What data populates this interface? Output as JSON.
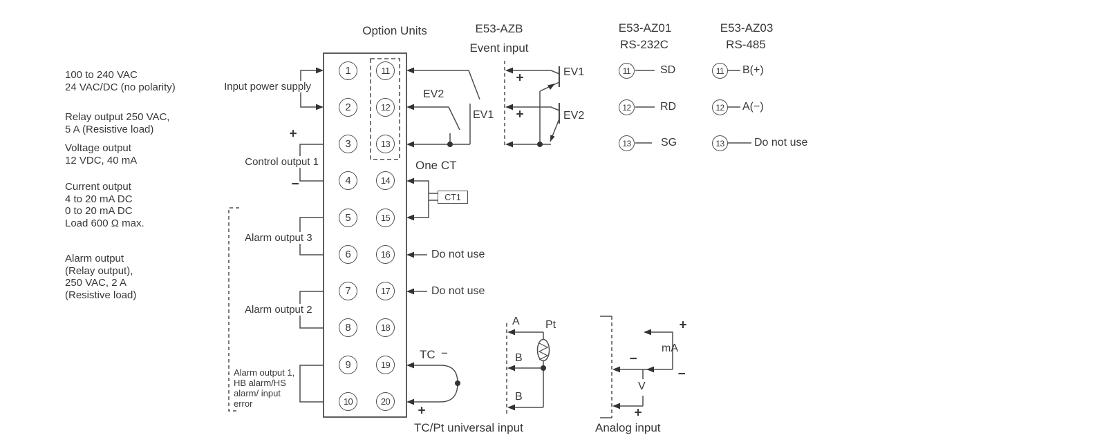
{
  "specs": {
    "power": [
      "100 to 240 VAC",
      "24 VAC/DC (no polarity)"
    ],
    "relay": [
      "Relay output 250 VAC,",
      "5 A (Resistive load)"
    ],
    "voltage": [
      "Voltage output",
      "12 VDC, 40 mA"
    ],
    "current": [
      "Current output",
      "4 to 20 mA DC",
      "0 to 20 mA DC",
      "Load 600 Ω max."
    ],
    "alarm": [
      "Alarm output",
      "(Relay output),",
      "250 VAC, 2 A",
      "(Resistive load)"
    ]
  },
  "left_labels": {
    "input_power": "Input power supply",
    "control_output": "Control output 1",
    "control_plus": "+",
    "control_minus": "−",
    "alarm3": "Alarm output 3",
    "alarm2": "Alarm output 2",
    "alarm1": [
      "Alarm output 1,",
      "HB alarm/HS",
      "alarm/ input",
      "error"
    ]
  },
  "terminal_block": {
    "title": "Option Units",
    "left": [
      "1",
      "2",
      "3",
      "4",
      "5",
      "6",
      "7",
      "8",
      "9",
      "10"
    ],
    "right": [
      "11",
      "12",
      "13",
      "14",
      "15",
      "16",
      "17",
      "18",
      "19",
      "20"
    ]
  },
  "event": {
    "ev1": "EV1",
    "ev2": "EV2"
  },
  "ct": {
    "label": "One CT",
    "tag": "CT1"
  },
  "do_not_use": {
    "row16": "Do not use",
    "row17": "Do not use"
  },
  "event_unit": {
    "model": "E53-AZB",
    "name": "Event input",
    "ev1": "EV1",
    "ev2": "EV2",
    "plus1": "+",
    "plus2": "+"
  },
  "tc": {
    "label": "TC",
    "minus": "−",
    "plus": "+",
    "caption": "TC/Pt universal input"
  },
  "pt": {
    "a": "A",
    "b1": "B",
    "b2": "B",
    "label": "Pt"
  },
  "analog": {
    "caption": "Analog input",
    "plus_top": "+",
    "ma": "mA",
    "minus_mid": "−",
    "minus_right": "−",
    "v": "V",
    "plus_bottom": "+"
  },
  "rs232": {
    "model": "E53-AZ01",
    "name": "RS-232C",
    "rows": [
      {
        "n": "11",
        "label": "SD"
      },
      {
        "n": "12",
        "label": "RD"
      },
      {
        "n": "13",
        "label": "SG"
      }
    ]
  },
  "rs485": {
    "model": "E53-AZ03",
    "name": "RS-485",
    "rows": [
      {
        "n": "11",
        "label": "B(+)"
      },
      {
        "n": "12",
        "label": "A(−)"
      },
      {
        "n": "13",
        "label": "Do not use"
      }
    ]
  }
}
